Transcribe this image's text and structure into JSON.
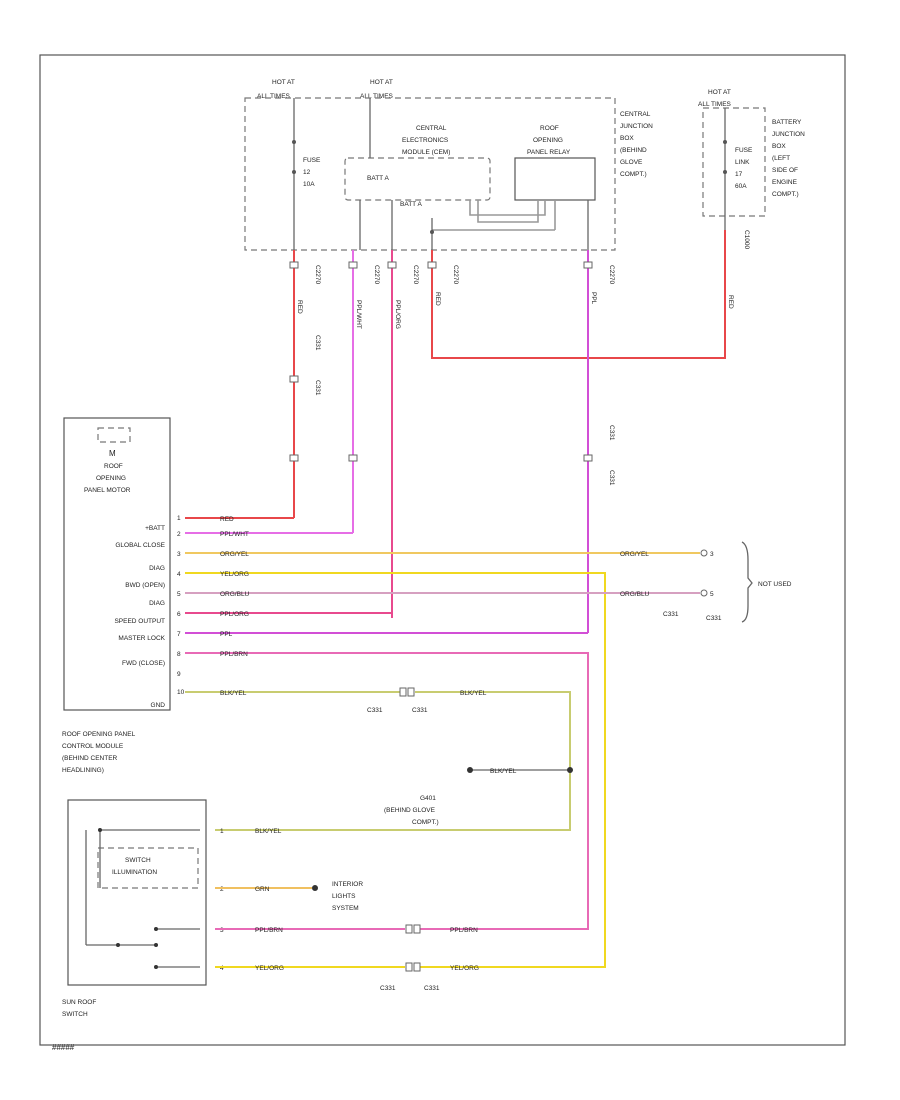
{
  "diagram": {
    "footer_id": "#####",
    "power_sources": {
      "hot_at_all_times_1": [
        "HOT AT",
        "ALL TIMES"
      ],
      "hot_at_all_times_2": [
        "HOT AT",
        "ALL TIMES"
      ],
      "hot_at_all_times_3": [
        "HOT AT",
        "ALL TIMES"
      ]
    },
    "central_junction_box": [
      "CENTRAL",
      "JUNCTION",
      "BOX",
      "(BEHIND",
      "GLOVE",
      "COMPT.)"
    ],
    "battery_junction_box": [
      "BATTERY",
      "JUNCTION",
      "BOX",
      "(LEFT",
      "SIDE OF",
      "ENGINE",
      "COMPT.)"
    ],
    "fuse_1": [
      "FUSE",
      "12",
      "10A"
    ],
    "fuse_link": [
      "FUSE",
      "LINK",
      "17",
      "60A"
    ],
    "central_module": [
      "CENTRAL",
      "ELECTRONICS",
      "MODULE (CEM)"
    ],
    "roof_panel_relay": [
      "ROOF",
      "OPENING",
      "PANEL RELAY"
    ],
    "batt_a_1": "BATT A",
    "batt_a_2": "BATT A",
    "motor_title": [
      "ROOF",
      "OPENING",
      "PANEL MOTOR"
    ],
    "motor_symbol": "M",
    "control_module": [
      "ROOF OPENING PANEL",
      "CONTROL MODULE",
      "(BEHIND CENTER",
      "HEADLINING)"
    ],
    "pins": [
      "+BATT",
      "GLOBAL CLOSE",
      "DIAG",
      "BWD (OPEN)",
      "DIAG",
      "SPEED OUTPUT",
      "MASTER LOCK",
      "FWD (CLOSE)",
      "",
      "GND"
    ],
    "pin_nums": [
      "1",
      "2",
      "3",
      "4",
      "5",
      "6",
      "7",
      "8",
      "9",
      "10"
    ],
    "wire_colors": [
      "RED",
      "PPL/WHT",
      "ORG/YEL",
      "YEL/ORG",
      "ORG/BLU",
      "PPL/ORG",
      "PPL",
      "PPL/BRN",
      "",
      "BLK/YEL"
    ],
    "right_wire_colors": [
      "ORG/YEL",
      "ORG/BLU"
    ],
    "not_used": "NOT USED",
    "conn_right": [
      "C331",
      "C331"
    ],
    "conn_gnd": [
      "C331",
      "C331"
    ],
    "ground": [
      "G401",
      "(BEHIND GLOVE",
      "COMPT.)"
    ],
    "ground_wire": "BLK/YEL",
    "switch_title": [
      "SUN ROOF",
      "SWITCH"
    ],
    "switch_illum": [
      "SWITCH",
      "ILLUMINATION"
    ],
    "interior_lights": [
      "INTERIOR",
      "LIGHTS",
      "SYSTEM"
    ],
    "switch_wires": [
      "BLK/YEL",
      "GRN",
      "PPL/BRN",
      "YEL/ORG"
    ],
    "switch_pins": [
      "1",
      "2",
      "3",
      "4"
    ],
    "conn_bottom": [
      "C331",
      "C331"
    ],
    "vert_wire_colors": [
      "RED",
      "PPL/WHT",
      "PPL/ORG",
      "RED",
      "PPL",
      "RED"
    ],
    "vert_connectors": [
      "C2270",
      "C2270",
      "C2270",
      "C2270",
      "C2270",
      "C1000"
    ],
    "vert_conn_mid": [
      "C331",
      "C331",
      "C331",
      "C331"
    ]
  }
}
